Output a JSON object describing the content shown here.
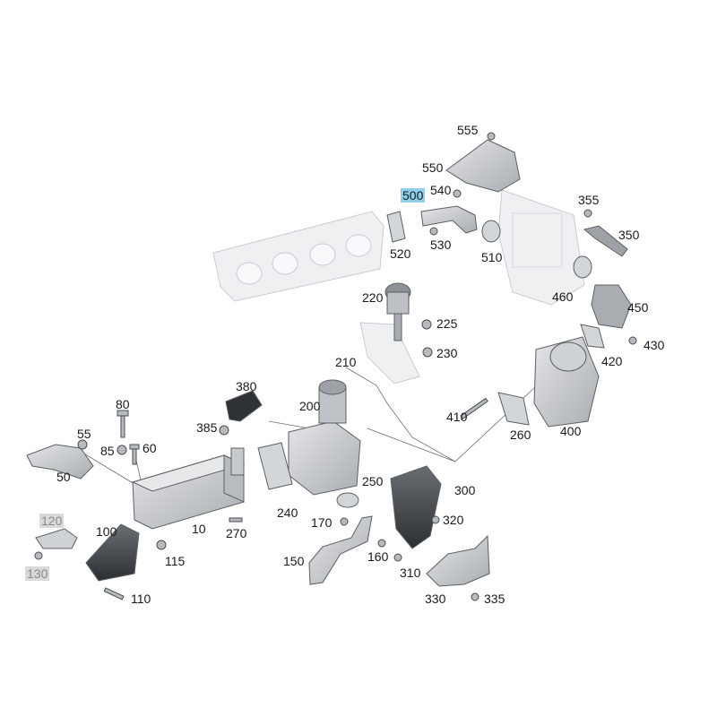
{
  "colors": {
    "highlight": "#8fcfe8",
    "dimmed_label_bg": "#d9d9d9",
    "part_fill": "#d0d3d6",
    "part_stroke": "#5c5f63",
    "faded_part_fill": "#eef0f2"
  },
  "callouts": [
    {
      "id": "10",
      "text": "10"
    },
    {
      "id": "50",
      "text": "50"
    },
    {
      "id": "55",
      "text": "55"
    },
    {
      "id": "60",
      "text": "60"
    },
    {
      "id": "80",
      "text": "80"
    },
    {
      "id": "85",
      "text": "85"
    },
    {
      "id": "100",
      "text": "100"
    },
    {
      "id": "110",
      "text": "110"
    },
    {
      "id": "115",
      "text": "115"
    },
    {
      "id": "120",
      "text": "120",
      "state": "dimmed"
    },
    {
      "id": "130",
      "text": "130",
      "state": "dimmed"
    },
    {
      "id": "150",
      "text": "150"
    },
    {
      "id": "160",
      "text": "160"
    },
    {
      "id": "170",
      "text": "170"
    },
    {
      "id": "200",
      "text": "200"
    },
    {
      "id": "210",
      "text": "210"
    },
    {
      "id": "220",
      "text": "220"
    },
    {
      "id": "225",
      "text": "225"
    },
    {
      "id": "230",
      "text": "230"
    },
    {
      "id": "240",
      "text": "240"
    },
    {
      "id": "250",
      "text": "250"
    },
    {
      "id": "260",
      "text": "260"
    },
    {
      "id": "270",
      "text": "270"
    },
    {
      "id": "300",
      "text": "300"
    },
    {
      "id": "310",
      "text": "310"
    },
    {
      "id": "320",
      "text": "320"
    },
    {
      "id": "330",
      "text": "330"
    },
    {
      "id": "335",
      "text": "335"
    },
    {
      "id": "350",
      "text": "350"
    },
    {
      "id": "355",
      "text": "355"
    },
    {
      "id": "380",
      "text": "380"
    },
    {
      "id": "385",
      "text": "385"
    },
    {
      "id": "400",
      "text": "400"
    },
    {
      "id": "410",
      "text": "410"
    },
    {
      "id": "420",
      "text": "420"
    },
    {
      "id": "430",
      "text": "430"
    },
    {
      "id": "450",
      "text": "450"
    },
    {
      "id": "460",
      "text": "460"
    },
    {
      "id": "500",
      "text": "500",
      "state": "highlighted"
    },
    {
      "id": "510",
      "text": "510"
    },
    {
      "id": "520",
      "text": "520"
    },
    {
      "id": "530",
      "text": "530"
    },
    {
      "id": "540",
      "text": "540"
    },
    {
      "id": "550",
      "text": "550"
    },
    {
      "id": "555",
      "text": "555"
    }
  ]
}
